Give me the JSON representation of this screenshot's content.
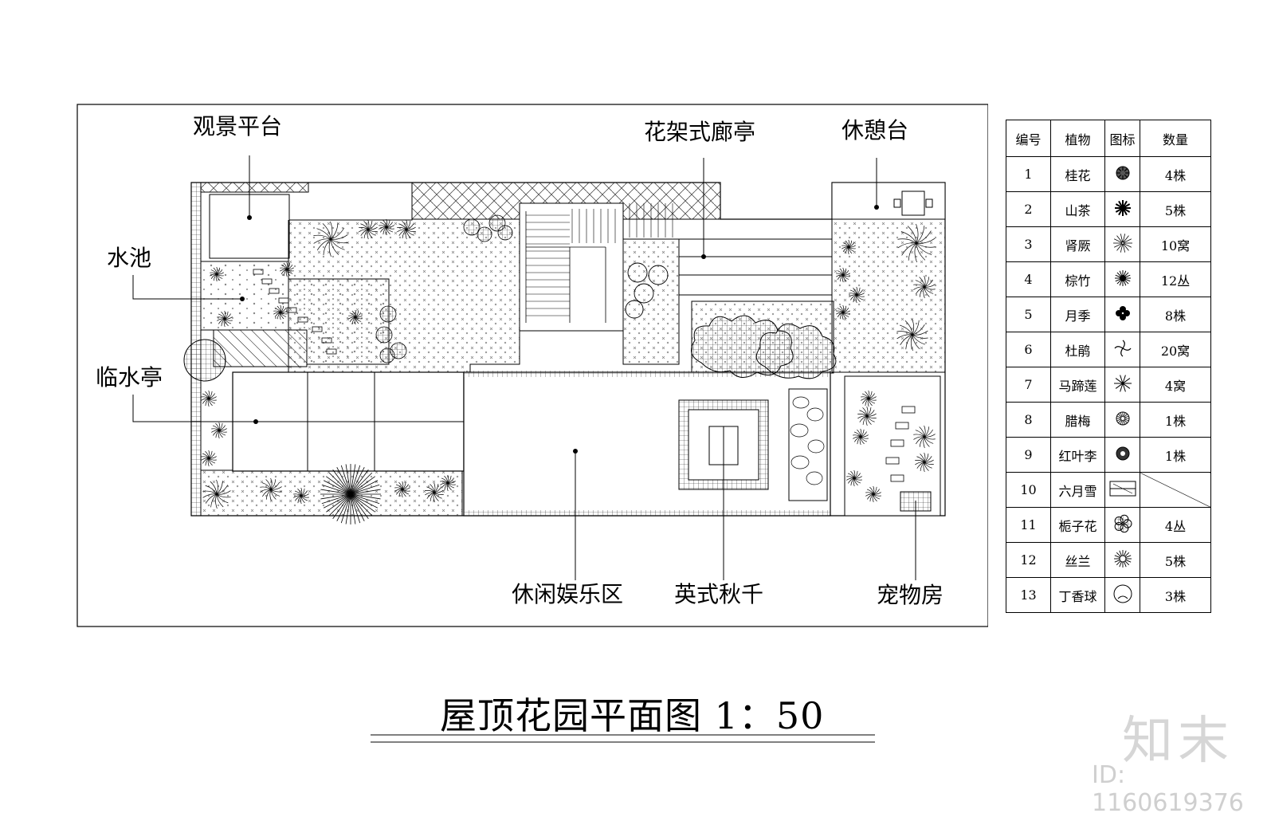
{
  "labels": {
    "viewing_platform": "观景平台",
    "pool": "水池",
    "waterside_pavilion": "临水亭",
    "trellis_pavilion": "花架式廊亭",
    "rest_platform": "休憩台",
    "leisure_area": "休闲娱乐区",
    "english_swing": "英式秋千",
    "pet_house": "宠物房"
  },
  "legend": {
    "headers": {
      "no": "编号",
      "plant": "植物",
      "icon": "图标",
      "qty": "数量"
    },
    "rows": [
      {
        "no": "1",
        "plant": "桂花",
        "icon": "osmanthus-icon",
        "qty": "4株"
      },
      {
        "no": "2",
        "plant": "山茶",
        "icon": "camellia-icon",
        "qty": "5株"
      },
      {
        "no": "3",
        "plant": "肾厥",
        "icon": "fern-icon",
        "qty": "10窝"
      },
      {
        "no": "4",
        "plant": "棕竹",
        "icon": "palm-bamboo-icon",
        "qty": "12丛"
      },
      {
        "no": "5",
        "plant": "月季",
        "icon": "rose-icon",
        "qty": "8株"
      },
      {
        "no": "6",
        "plant": "杜鹃",
        "icon": "azalea-icon",
        "qty": "20窝"
      },
      {
        "no": "7",
        "plant": "马蹄莲",
        "icon": "calla-lily-icon",
        "qty": "4窝"
      },
      {
        "no": "8",
        "plant": "腊梅",
        "icon": "wintersweet-icon",
        "qty": "1株"
      },
      {
        "no": "9",
        "plant": "红叶李",
        "icon": "purple-plum-icon",
        "qty": "1株"
      },
      {
        "no": "10",
        "plant": "六月雪",
        "icon": "serissa-icon",
        "qty": ""
      },
      {
        "no": "11",
        "plant": "栀子花",
        "icon": "gardenia-icon",
        "qty": "4丛"
      },
      {
        "no": "12",
        "plant": "丝兰",
        "icon": "yucca-icon",
        "qty": "5株"
      },
      {
        "no": "13",
        "plant": "丁香球",
        "icon": "lilac-ball-icon",
        "qty": "3株"
      }
    ]
  },
  "title": "屋顶花园平面图 1：50",
  "watermark": {
    "brand": "知末",
    "id": "ID: 1160619376"
  }
}
